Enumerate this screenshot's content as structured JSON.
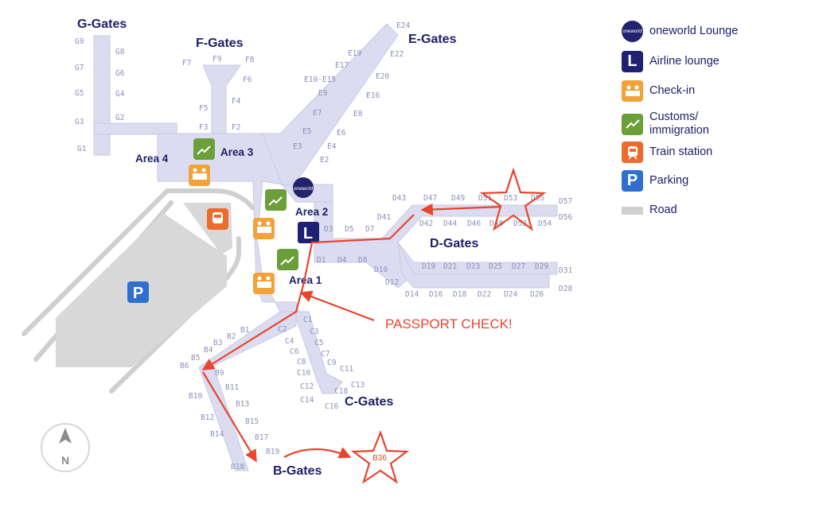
{
  "colors": {
    "terminal": "#dcdcf0",
    "terminal_stroke": "#c9c9e4",
    "apron": "#d8d8d8",
    "road": "#cfcfcf",
    "label": "#1d1d6b",
    "gate": "#8b8fb8",
    "route": "#e8442e",
    "lounge": "#1f1f73",
    "oneworld": "#22226e",
    "checkin": "#f2a23a",
    "customs": "#6a9f3a",
    "train": "#ee6a2d",
    "parking": "#2f6fd0"
  },
  "map": {
    "gate_groups": {
      "g": "G-Gates",
      "f": "F-Gates",
      "e": "E-Gates",
      "d": "D-Gates",
      "c": "C-Gates",
      "b": "B-Gates"
    },
    "areas": {
      "area1": "Area 1",
      "area2": "Area 2",
      "area3": "Area 3",
      "area4": "Area 4"
    },
    "gates": {
      "G9": "G9",
      "G8": "G8",
      "G7": "G7",
      "G6": "G6",
      "G5": "G5",
      "G4": "G4",
      "G3": "G3",
      "G2": "G2",
      "G1": "G1",
      "F9": "F9",
      "F7": "F7",
      "F8": "F8",
      "F6": "F6",
      "F5": "F5",
      "F4": "F4",
      "F3": "F3",
      "F2": "F2",
      "E24": "E24",
      "E22": "E22",
      "E19": "E19",
      "E17": "E17",
      "E20": "E20",
      "E10E15": "E10-E15",
      "E9": "E9",
      "E16": "E16",
      "E8": "E8",
      "E7": "E7",
      "E6": "E6",
      "E5": "E5",
      "E4": "E4",
      "E3": "E3",
      "E2": "E2",
      "D43": "D43",
      "D47": "D47",
      "D49": "D49",
      "D51": "D51",
      "D53": "D53",
      "D55": "D55",
      "D57": "D57",
      "D41": "D41",
      "D42": "D42",
      "D44": "D44",
      "D46": "D46",
      "D48": "D48",
      "D52": "D52",
      "D54": "D54",
      "D56": "D56",
      "D3": "D3",
      "D5": "D5",
      "D7": "D7",
      "D1": "D1",
      "D4": "D4",
      "D8": "D8",
      "D10": "D10",
      "D12": "D12",
      "D19": "D19",
      "D21": "D21",
      "D23": "D23",
      "D25": "D25",
      "D27": "D27",
      "D29": "D29",
      "D31": "D31",
      "D28": "D28",
      "D14": "D14",
      "D16": "D16",
      "D18": "D18",
      "D22": "D22",
      "D24": "D24",
      "D26": "D26",
      "C1": "C1",
      "C2": "C2",
      "C3": "C3",
      "C4": "C4",
      "C5": "C5",
      "C6": "C6",
      "C7": "C7",
      "C8": "C8",
      "C9": "C9",
      "C10": "C10",
      "C11": "C11",
      "C12": "C12",
      "C13": "C13",
      "C14": "C14",
      "C16": "C16",
      "C18": "C18",
      "B1": "B1",
      "B2": "B2",
      "B3": "B3",
      "B4": "B4",
      "B5": "B5",
      "B6": "B6",
      "B9": "B9",
      "B10": "B10",
      "B11": "B11",
      "B12": "B12",
      "B13": "B13",
      "B14": "B14",
      "B15": "B15",
      "B17": "B17",
      "B18": "B18",
      "B19": "B19"
    },
    "annotations": {
      "passport_check": "PASSPORT CHECK!",
      "target_gate": "B36"
    },
    "oneworld_badge": "oneworld",
    "compass": "N",
    "lounge_letter": "L",
    "parking_letter": "P"
  },
  "legend": {
    "oneworld": {
      "prefix": "one",
      "suffix": "world Lounge",
      "badge": "oneworld",
      "icon": "oneworld-badge-icon"
    },
    "airline_lounge": {
      "label": "Airline lounge",
      "letter": "L",
      "icon": "lounge-icon"
    },
    "checkin": {
      "label": "Check-in",
      "icon": "checkin-icon"
    },
    "customs": {
      "label_line1": "Customs/",
      "label_line2": "immigration",
      "icon": "customs-icon"
    },
    "train": {
      "label": "Train station",
      "icon": "train-icon"
    },
    "parking": {
      "label": "Parking",
      "letter": "P",
      "icon": "parking-icon"
    },
    "road": {
      "label": "Road",
      "icon": "road-swatch"
    }
  }
}
